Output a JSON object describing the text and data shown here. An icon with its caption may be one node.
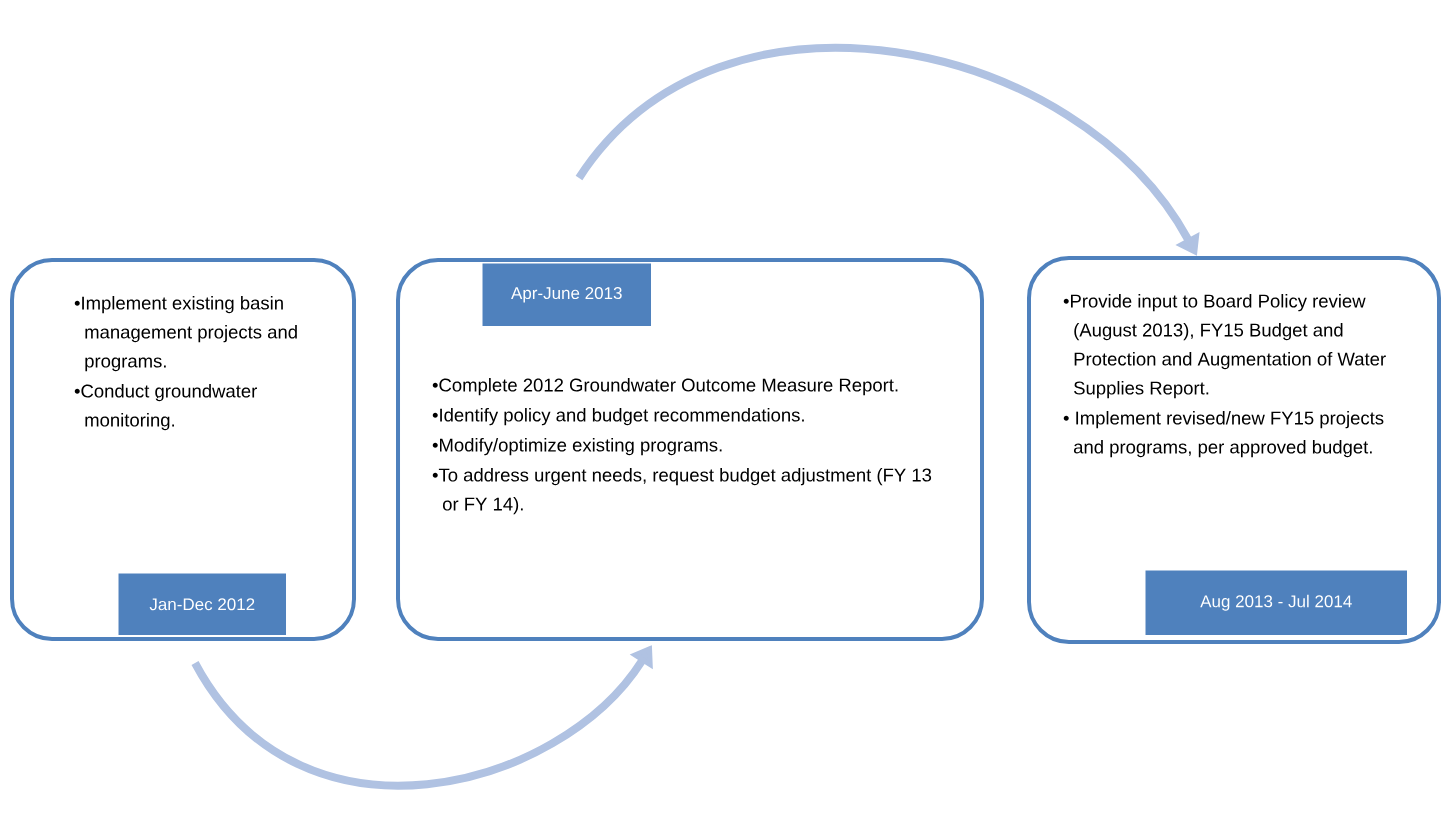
{
  "diagram": {
    "nodes": [
      {
        "text": [
          "•Implement existing basin management projects and programs.",
          "•Conduct groundwater monitoring."
        ]
      },
      {
        "text": [
          "Jan-Dec 2012"
        ],
        "in": 0
      },
      {
        "text": [
          "•Complete 2012 Groundwater Outcome Measure Report.",
          "•Identify policy and budget recommendations.",
          "•Modify/optimize existing programs.",
          "•To address urgent needs, request budget adjustment (FY 13 or FY 14)."
        ]
      },
      {
        "text": [
          "Apr-June 2013"
        ],
        "in": 2
      },
      {
        "text": [
          "•Provide input to Board Policy review (August 2013), FY15 Budget and Protection and Augmentation of Water Supplies Report.",
          "• Implement revised/new FY15 projects and programs, per approved budget."
        ]
      },
      {
        "text": [
          "Aug 2013 - Jul 2014"
        ],
        "in": 4
      }
    ],
    "edges": [
      {
        "from": 0,
        "to": 2,
        "arrow": "to"
      },
      {
        "from": 2,
        "to": 4,
        "arrow": "to"
      }
    ]
  }
}
